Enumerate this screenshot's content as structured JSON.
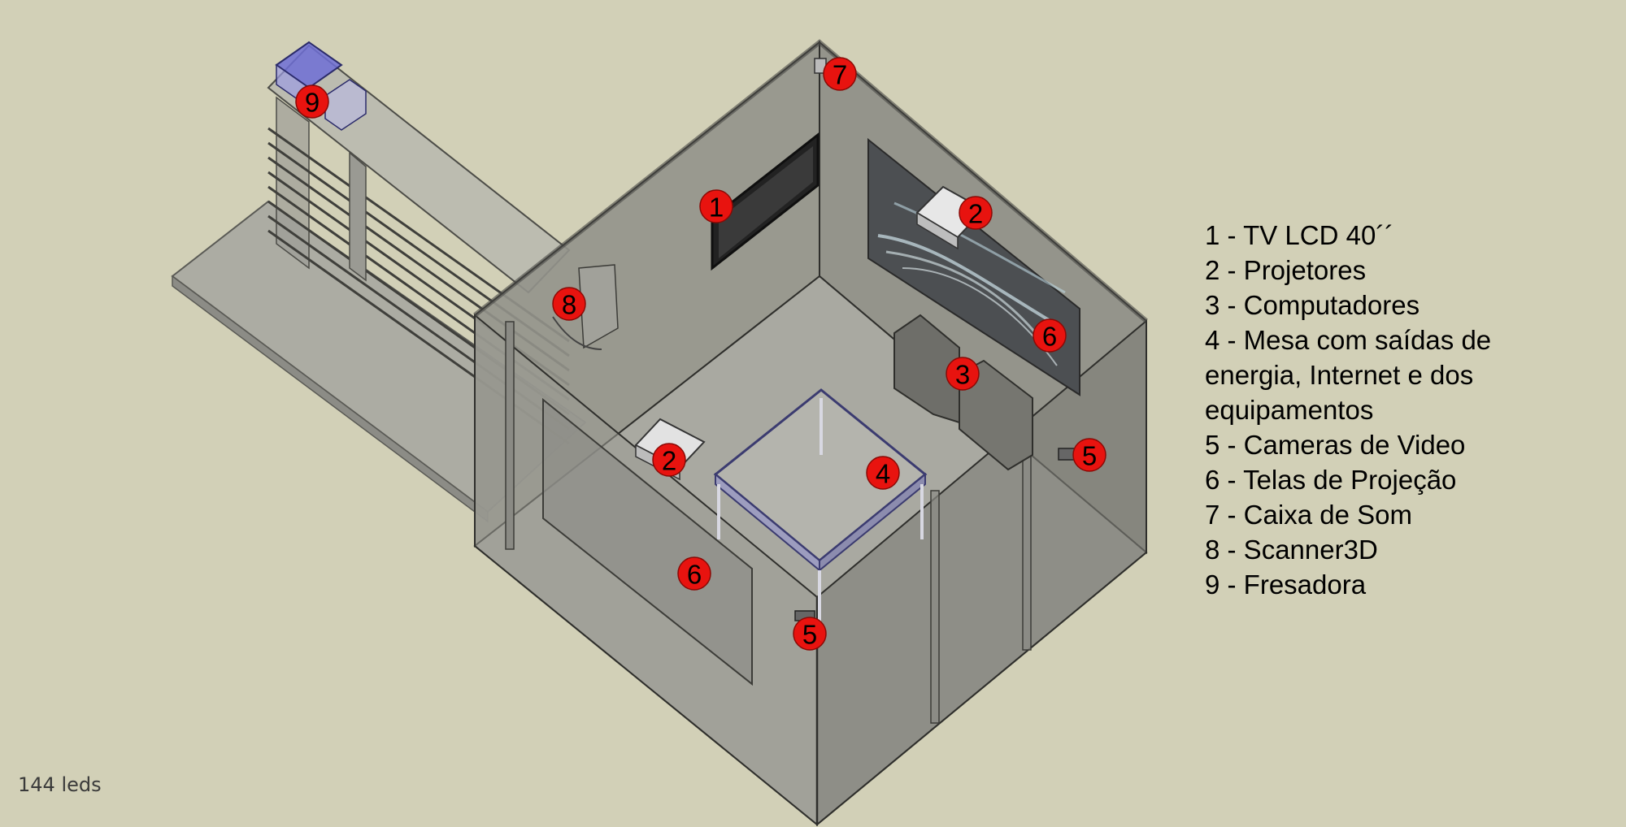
{
  "markers": [
    "1",
    "2",
    "2",
    "3",
    "4",
    "5",
    "5",
    "6",
    "6",
    "7",
    "8",
    "9"
  ],
  "legend": [
    "1 - TV LCD 40´´",
    "2 - Projetores",
    "3 - Computadores",
    "4 - Mesa com saídas de energia, Internet e dos equipamentos",
    "5 - Cameras de Video",
    "6 - Telas de Projeção",
    "7 - Caixa de Som",
    "8 - Scanner3D",
    "9 - Fresadora"
  ],
  "footer_note": "144 leds",
  "colors": {
    "background": "#d2d0b7",
    "marker": "#e8130f",
    "wall": "#8b8b86",
    "floor": "#a8a8a0"
  }
}
